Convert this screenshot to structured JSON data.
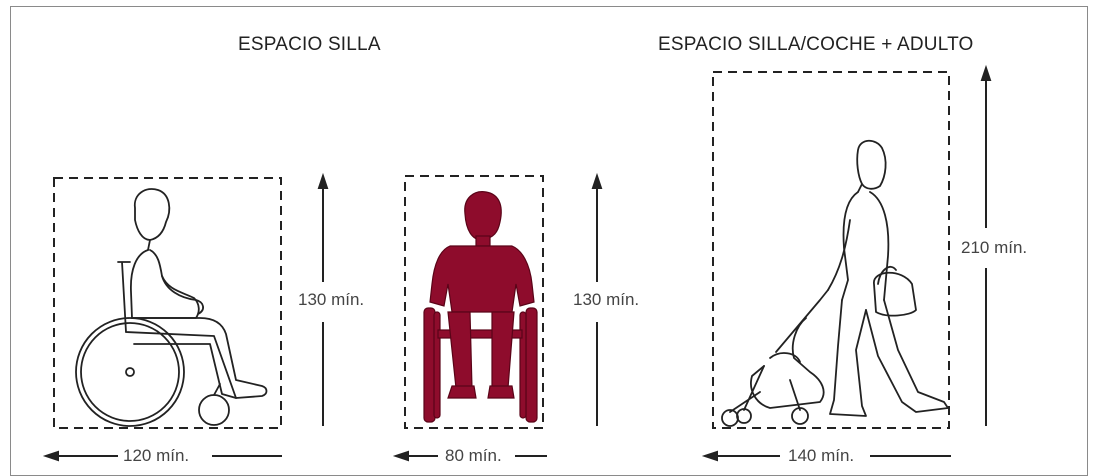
{
  "titles": {
    "left": "ESPACIO SILLA",
    "right": "ESPACIO SILLA/COCHE + ADULTO"
  },
  "dimensions": {
    "box1_height": "130 mín.",
    "box1_width": "120 mín.",
    "box2_height": "130 mín.",
    "box2_width": "80 mín.",
    "box3_height": "210 mín.",
    "box3_width": "140 mín."
  },
  "colors": {
    "accent": "#8e0c2c",
    "line": "#222222",
    "border": "#8a8a8a"
  }
}
